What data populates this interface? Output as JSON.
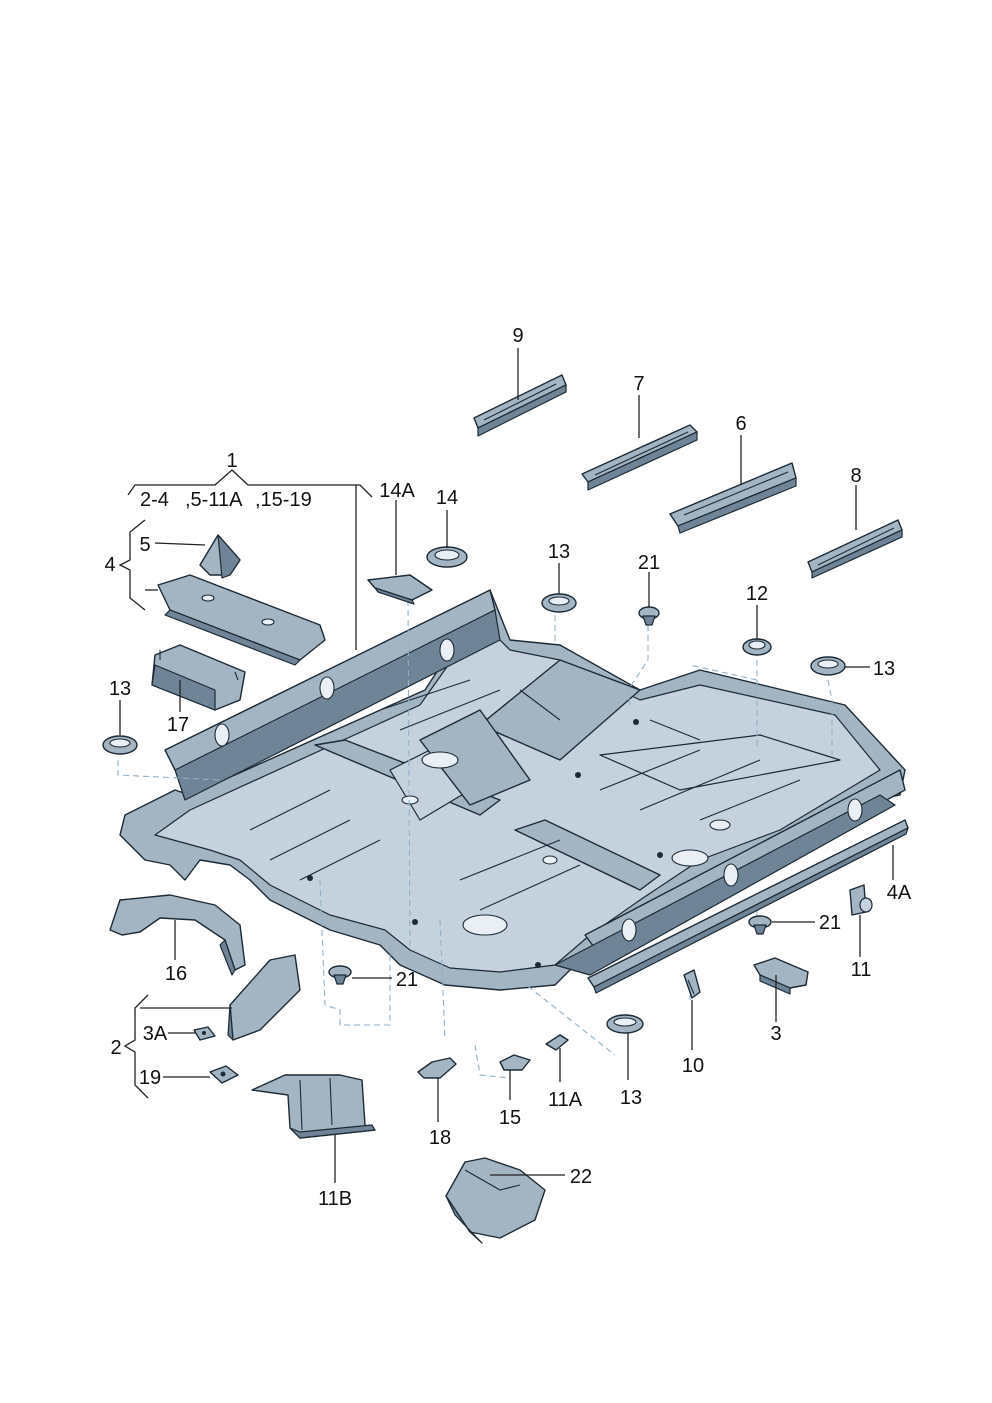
{
  "labels": {
    "l1": "1",
    "l_2_4": "2-4",
    "l_5_11a": ",5-11A",
    "l_15_19": ",15-19",
    "l14a": "14A",
    "l14": "14",
    "l9": "9",
    "l7": "7",
    "l6": "6",
    "l8": "8",
    "l13_a": "13",
    "l21_a": "21",
    "l12": "12",
    "l13_b": "13",
    "l5": "5",
    "l4": "4",
    "l13_c": "13",
    "l17": "17",
    "l4a": "4A",
    "l11": "11",
    "l21_b": "21",
    "l3": "3",
    "l10": "10",
    "l13_d": "13",
    "l16": "16",
    "l21_c": "21",
    "l2": "2",
    "l3a": "3A",
    "l19": "19",
    "l11b": "11B",
    "l18": "18",
    "l15": "15",
    "l11a": "11A",
    "l22": "22"
  }
}
